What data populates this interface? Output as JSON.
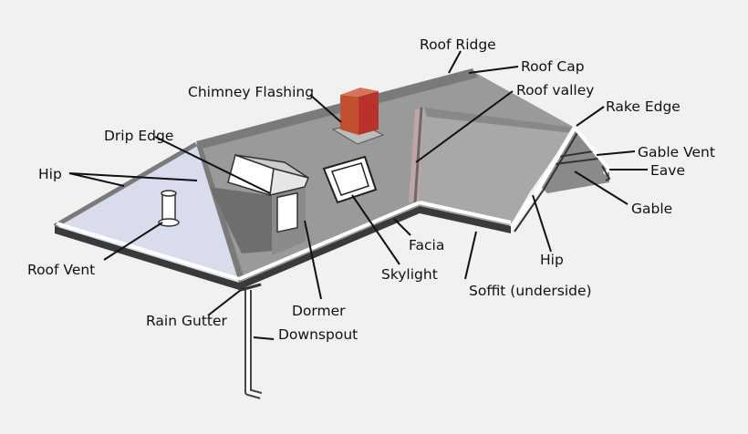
{
  "colors": {
    "background": "#f1f1f1",
    "roof_main": "#9a9a9a",
    "roof_dark": "#808080",
    "roof_light": "#bdbdbd",
    "hip_face": "#d8dcec",
    "edge_dark": "#4a4a4a",
    "chimney_front": "#b8312a",
    "chimney_side": "#8c2a22",
    "chimney_top": "#c66a4a",
    "label_text": "#111111"
  },
  "labels": {
    "roof_ridge": "Roof Ridge",
    "roof_cap": "Roof Cap",
    "chimney_flashing": "Chimney Flashing",
    "roof_valley": "Roof valley",
    "rake_edge": "Rake Edge",
    "drip_edge": "Drip Edge",
    "gable_vent": "Gable Vent",
    "eave": "Eave",
    "hip_left": "Hip",
    "gable": "Gable",
    "roof_vent": "Roof Vent",
    "facia": "Facia",
    "hip_right": "Hip",
    "skylight": "Skylight",
    "soffit": "Soffit (underside)",
    "dormer": "Dormer",
    "rain_gutter": "Rain Gutter",
    "downspout": "Downspout"
  }
}
